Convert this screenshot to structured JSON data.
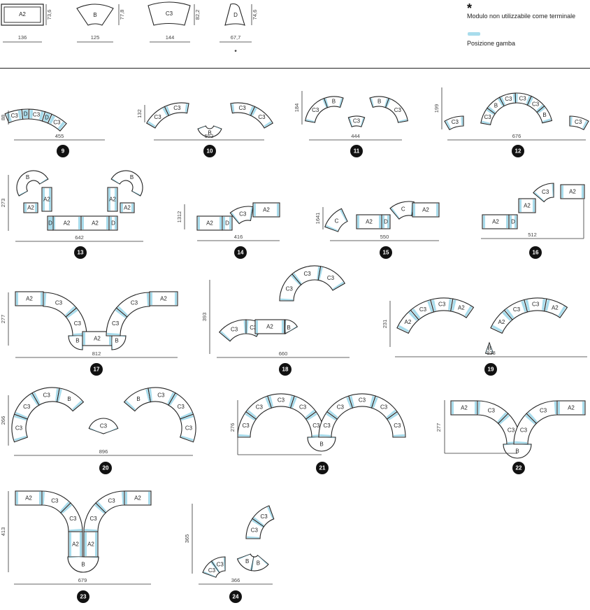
{
  "key_modules": [
    {
      "name": "A2",
      "width": "136",
      "depth": "73,6"
    },
    {
      "name": "B",
      "width": "125",
      "depth": "77,8"
    },
    {
      "name": "C3",
      "width": "144",
      "depth": "82,2"
    },
    {
      "name": "D",
      "width": "67,7",
      "depth": "74,6",
      "star": "*"
    }
  ],
  "legend": {
    "star_symbol": "*",
    "star_text": "Modulo non utilizzabile come terminale",
    "leg_text": "Posizione gamba",
    "leg_color": "#a8dcec"
  },
  "configs": [
    {
      "id": "9",
      "width": "455",
      "height": "88"
    },
    {
      "id": "10",
      "width": "552",
      "height": "132"
    },
    {
      "id": "11",
      "width": "444",
      "height": "184"
    },
    {
      "id": "12",
      "width": "676",
      "height": "199"
    },
    {
      "id": "13",
      "width": "642",
      "height": "273"
    },
    {
      "id": "14",
      "width": "416",
      "height": "1312"
    },
    {
      "id": "15",
      "width": "550",
      "height": "1641"
    },
    {
      "id": "16",
      "width": "512",
      "height": ""
    },
    {
      "id": "17",
      "width": "812",
      "height": "277"
    },
    {
      "id": "18",
      "width": "660",
      "height": "393"
    },
    {
      "id": "19",
      "width": "933",
      "height": "231"
    },
    {
      "id": "20",
      "width": "896",
      "height": "266"
    },
    {
      "id": "21",
      "width": "",
      "height": "276"
    },
    {
      "id": "22",
      "width": "",
      "height": "277"
    },
    {
      "id": "23",
      "width": "679",
      "height": "413"
    },
    {
      "id": "24",
      "width": "366",
      "height": "365"
    }
  ]
}
